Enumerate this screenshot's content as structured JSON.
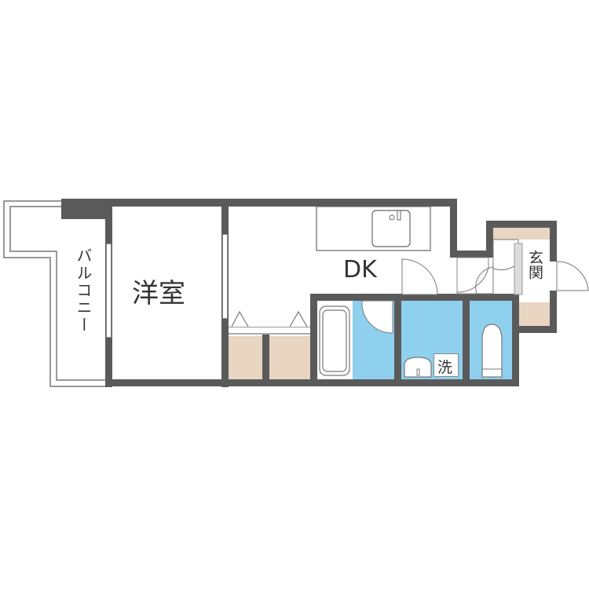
{
  "floorplan": {
    "rooms": [
      {
        "id": "balcony",
        "label": "バルコニー",
        "type": "balcony"
      },
      {
        "id": "western-room",
        "label": "洋室",
        "type": "bedroom"
      },
      {
        "id": "dining-kitchen",
        "label": "DK",
        "type": "dining-kitchen"
      },
      {
        "id": "washroom",
        "label": "洗",
        "type": "laundry"
      },
      {
        "id": "entrance",
        "label": "玄関",
        "type": "entrance"
      }
    ],
    "fixtures": [
      "kitchen-sink",
      "bathtub",
      "washbasin",
      "toilet",
      "closet",
      "shoe-cabinet"
    ],
    "colors": {
      "wall": "#5a5a5a",
      "wet_area": "#8fd0ef",
      "storage": "#e8d6c2",
      "background": "#ffffff"
    }
  },
  "labels": {
    "balcony": "バルコニー",
    "western_room": "洋室",
    "dk": "DK",
    "washer": "洗",
    "entrance": "玄関"
  }
}
